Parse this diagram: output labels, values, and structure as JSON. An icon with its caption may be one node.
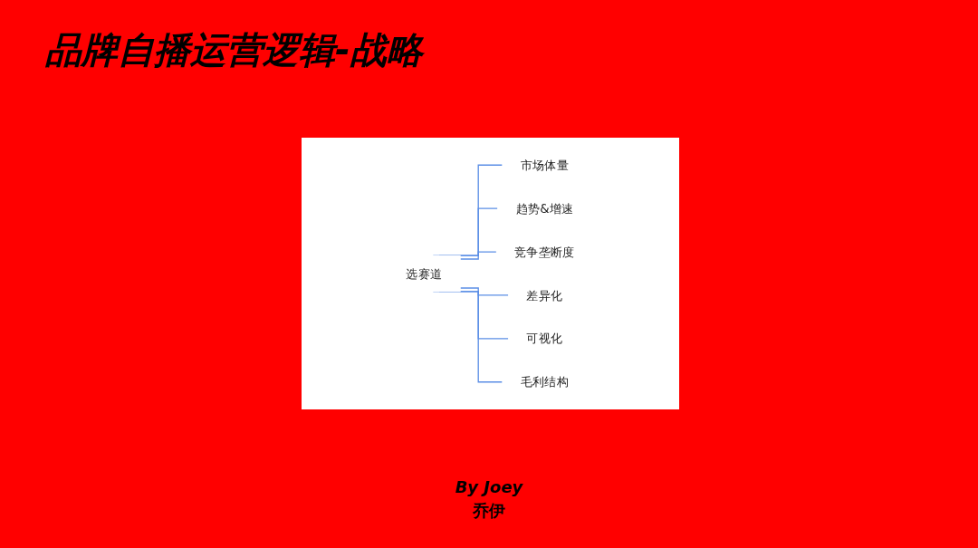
{
  "diagram": {
    "title": "品牌自播运营逻辑-战略",
    "nodes": [
      {
        "text": [
          "选赛道"
        ]
      },
      {
        "text": [
          "市场体量"
        ]
      },
      {
        "text": [
          "趋势&增速"
        ]
      },
      {
        "text": [
          "竞争垄断度"
        ]
      },
      {
        "text": [
          "差异化"
        ]
      },
      {
        "text": [
          "可视化"
        ]
      },
      {
        "text": [
          "毛利结构"
        ]
      }
    ],
    "edges": [
      {
        "from": 0,
        "to": 1,
        "arrow": "none"
      },
      {
        "from": 0,
        "to": 2,
        "arrow": "none"
      },
      {
        "from": 0,
        "to": 3,
        "arrow": "none"
      },
      {
        "from": 0,
        "to": 4,
        "arrow": "none"
      },
      {
        "from": 0,
        "to": 5,
        "arrow": "none"
      },
      {
        "from": 0,
        "to": 6,
        "arrow": "none"
      }
    ],
    "labels": [
      "By Joey",
      "乔伊"
    ]
  }
}
